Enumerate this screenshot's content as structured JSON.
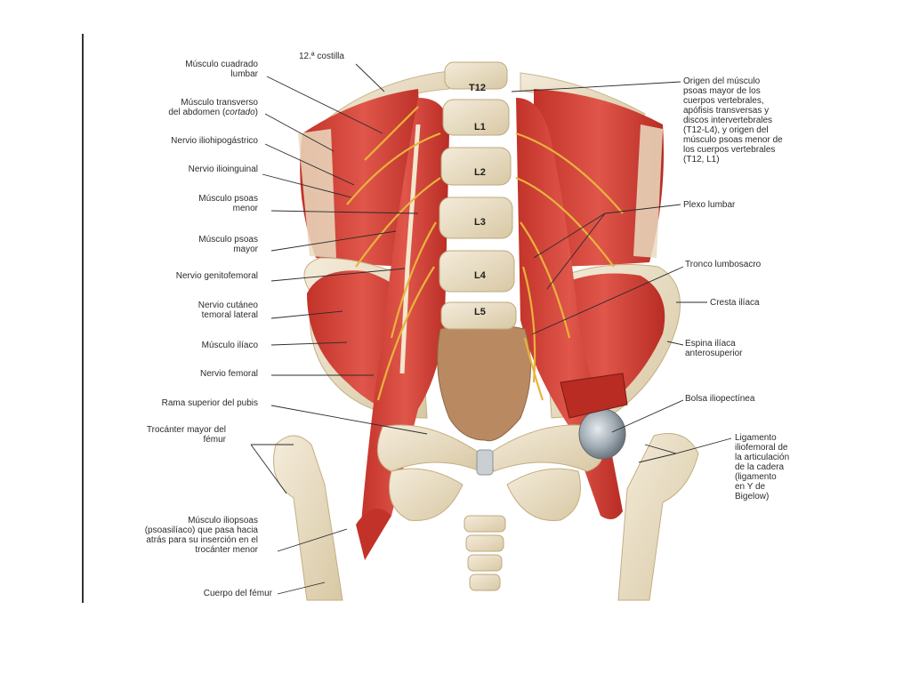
{
  "labels": {
    "costilla": "12.ª costilla",
    "cuadrado_l1": "Músculo cuadrado",
    "cuadrado_l2": "lumbar",
    "transverso_l1": "Músculo transverso",
    "transverso_l2a": "del abdomen (",
    "transverso_l2b": "cortado",
    "transverso_l2c": ")",
    "iliohipogastrico": "Nervio iliohipogástrico",
    "ilioinguinal": "Nervio ilioinguinal",
    "psoas_menor_l1": "Músculo psoas",
    "psoas_menor_l2": "menor",
    "psoas_mayor_l1": "Músculo psoas",
    "psoas_mayor_l2": "mayor",
    "genitofemoral": "Nervio genitofemoral",
    "cutaneo_l1": "Nervio cutáneo",
    "cutaneo_l2": "temoral lateral",
    "iliaco": "Músculo ilíaco",
    "femoral": "Nervio femoral",
    "rama_pubis": "Rama superior del pubis",
    "trocanter_l1": "Trocánter mayor del",
    "trocanter_l2": "fémur",
    "iliopsoas_l1": "Músculo iliopsoas",
    "iliopsoas_l2": "(psoasilíaco) que pasa hacia",
    "iliopsoas_l3": "atrás para su inserción en el",
    "iliopsoas_l4": "trocánter menor",
    "cuerpo_femur": "Cuerpo del fémur",
    "origen_l1": "Origen del músculo",
    "origen_l2": "psoas mayor de los",
    "origen_l3": "cuerpos vertebrales,",
    "origen_l4": "apófisis transversas y",
    "origen_l5": "discos intervertebrales",
    "origen_l6": "(T12-L4), y origen del",
    "origen_l7": "músculo psoas menor de",
    "origen_l8": "los cuerpos vertebrales",
    "origen_l9": "(T12, L1)",
    "plexo": "Plexo lumbar",
    "tronco": "Tronco lumbosacro",
    "cresta": "Cresta ilíaca",
    "espina_l1": "Espina ilíaca",
    "espina_l2": "anterosuperior",
    "bolsa": "Bolsa iliopectínea",
    "lig_l1": "Ligamento",
    "lig_l2": "iliofemoral de",
    "lig_l3": "la articulación",
    "lig_l4": "de la cadera",
    "lig_l5": "(ligamento",
    "lig_l6": "en Y de",
    "lig_l7": "Bigelow)"
  },
  "vertebrae": [
    "T12",
    "L1",
    "L2",
    "L3",
    "L4",
    "L5"
  ],
  "colors": {
    "muscle": "#d8453c",
    "muscle_dark": "#b02a24",
    "bone": "#ece2cc",
    "bone_shadow": "#cdb98f",
    "nerve": "#e8b43c",
    "sacrum": "#b98a62",
    "bursa": "#9aa3ab"
  }
}
